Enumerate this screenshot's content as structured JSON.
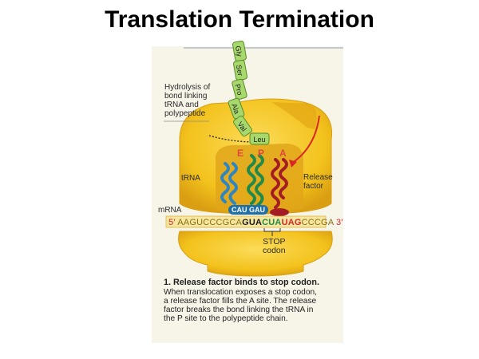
{
  "title": "Translation Termination",
  "amino_acids": [
    "Gly",
    "Ser",
    "Pro",
    "Ala",
    "Val",
    "Leu"
  ],
  "labels": {
    "hydrolysis": [
      "Hydrolysis of",
      "bond linking",
      "tRNA and",
      "polypeptide"
    ],
    "trna": "tRNA",
    "release_factor": [
      "Release",
      "factor"
    ],
    "mrna": "mRNA",
    "five_prime": "5′",
    "three_prime": "3′",
    "stop_codon": [
      "STOP",
      "codon"
    ],
    "anticodons": [
      "CAU",
      "GAU"
    ]
  },
  "sites": [
    "E",
    "P",
    "A"
  ],
  "mrna_sequence": {
    "lead": "AAGUCCCGCA",
    "codon_p": "GUA",
    "codon_a": "CUA",
    "stop": "UAG",
    "tail": "CCCGA"
  },
  "caption": {
    "heading": "1. Release factor binds to stop codon.",
    "lines": [
      "When translocation exposes a stop codon,",
      "a release factor fills the A site. The release",
      "factor breaks the bond linking the tRNA in",
      "the P site to the polypeptide chain."
    ]
  },
  "colors": {
    "ribosome": "#f3c21c",
    "ribosome_shadow": "#d99e12",
    "trna_blue": "#2e86c1",
    "trna_green": "#1f8a4a",
    "release_red": "#a51d24",
    "amino_green": "#a6d86c",
    "arrow_red": "#d8262a"
  }
}
